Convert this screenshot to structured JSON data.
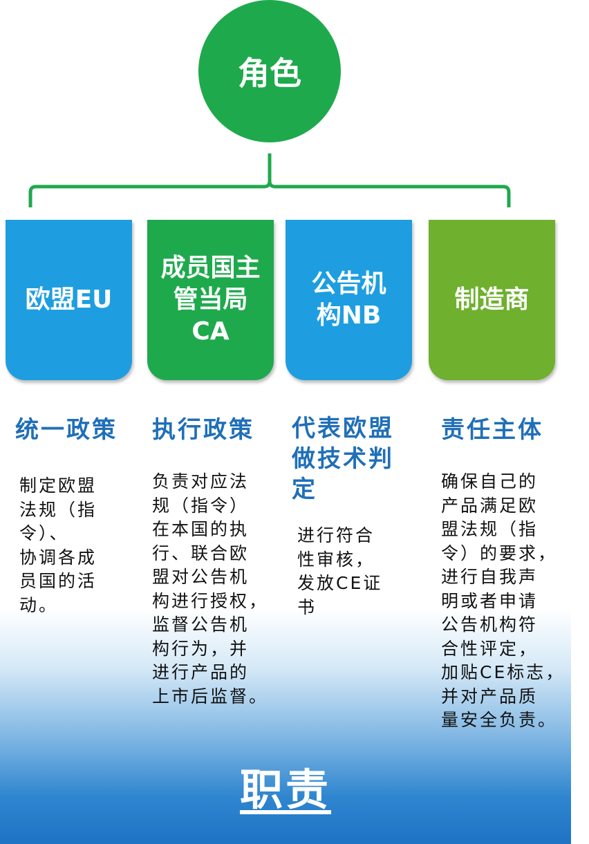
{
  "root": {
    "label": "角色",
    "color": "#1fa94d"
  },
  "roles": [
    {
      "lines": [
        "欧盟EU"
      ],
      "color": "#1e9ee0"
    },
    {
      "lines": [
        "成员国主",
        "管当局",
        "CA"
      ],
      "color": "#1fa94d"
    },
    {
      "lines": [
        "公告机",
        "构NB"
      ],
      "color": "#1e9ee0"
    },
    {
      "lines": [
        "制造商"
      ],
      "color": "#6fb02e"
    }
  ],
  "duties": [
    {
      "title": "统一政策",
      "text": "制定欧盟\n法规（指\n令）、\n协调各成\n员国的活\n动。"
    },
    {
      "title": "执行政策",
      "text": "负责对应法\n规（指令）\n在本国的执\n行、联合欧\n盟对公告机\n构进行授权，\n监督公告机\n构行为，并\n进行产品的\n上市后监督。"
    },
    {
      "title_lines": [
        "代表欧盟",
        "做技术判",
        "定"
      ],
      "text": "进行符合\n性审核，\n发放CE证\n书"
    },
    {
      "title": "责任主体",
      "text": "确保自己的\n产品满足欧\n盟法规（指\n令）的要求，\n进行自我声\n明或者申请\n公告机构符\n合性评定，\n加贴CE标志，\n并对产品质\n量安全负责。"
    }
  ],
  "footer": {
    "label": "职责"
  }
}
